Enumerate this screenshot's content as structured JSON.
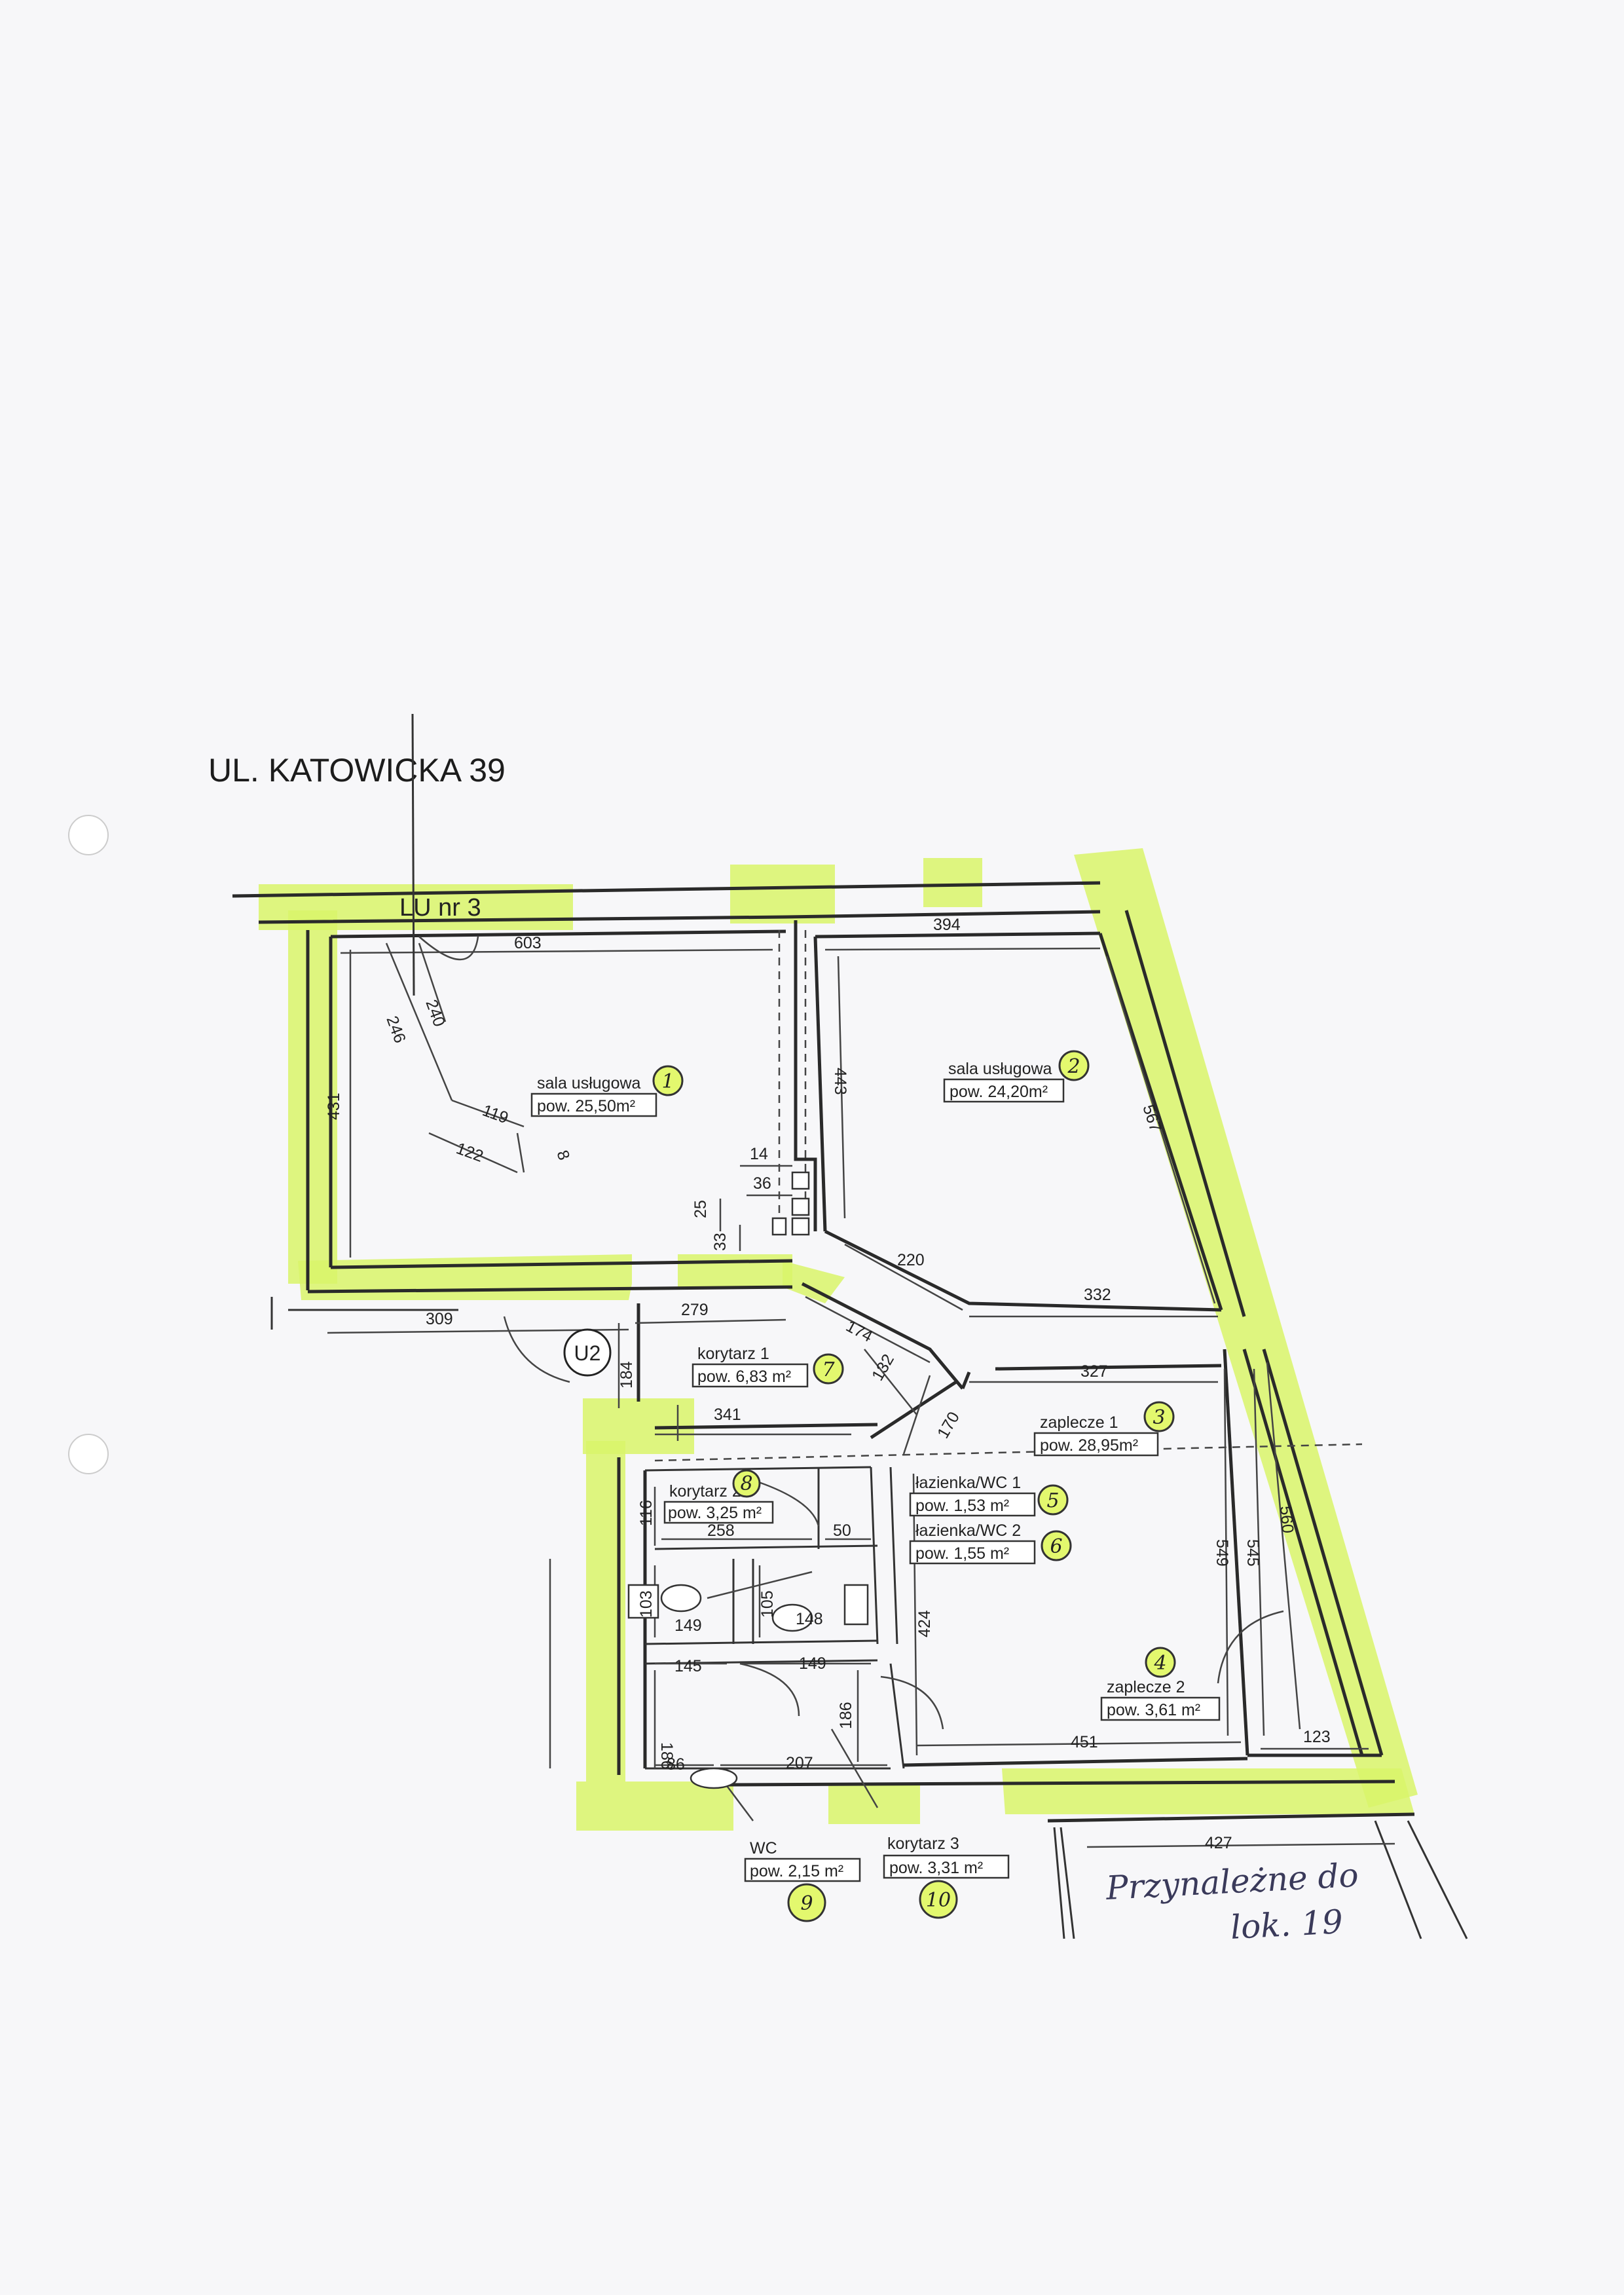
{
  "street": "UL. KATOWICKA 39",
  "unit_label": "LU nr 3",
  "stair_label": "U2",
  "handwritten_note": {
    "line1": "Przynależne do",
    "line2": "lok. 19"
  },
  "rooms": {
    "r1": {
      "name": "sala usługowa",
      "area": "pow. 25,50m²",
      "badge": "1"
    },
    "r2": {
      "name": "sala usługowa",
      "area": "pow. 24,20m²",
      "badge": "2"
    },
    "r3": {
      "name": "zaplecze 1",
      "area": "pow. 28,95m²",
      "badge": "3"
    },
    "r4": {
      "name": "zaplecze 2",
      "area": "pow. 3,61 m²",
      "badge": "4"
    },
    "r5": {
      "name": "łazienka/WC 1",
      "area": "pow. 1,53 m²",
      "badge": "5"
    },
    "r6": {
      "name": "łazienka/WC 2",
      "area": "pow. 1,55 m²",
      "badge": "6"
    },
    "r7": {
      "name": "korytarz 1",
      "area": "pow. 6,83 m²",
      "badge": "7"
    },
    "r8": {
      "name": "korytarz 2",
      "area": "pow. 3,25 m²",
      "badge": "8"
    },
    "r9": {
      "name": "WC",
      "area": "pow. 2,15 m²",
      "badge": "9"
    },
    "r10": {
      "name": "korytarz 3",
      "area": "pow. 3,31 m²",
      "badge": "10"
    }
  },
  "dimensions": {
    "d603": "603",
    "d394": "394",
    "d431": "431",
    "d246": "246",
    "d240": "240",
    "d119": "119",
    "d122": "122",
    "d8": "8",
    "d443": "443",
    "d567": "567",
    "d14": "14",
    "d36": "36",
    "d25": "25",
    "d33": "33",
    "d220": "220",
    "d332": "332",
    "d309": "309",
    "d279": "279",
    "d174": "174",
    "d184": "184",
    "d132": "132",
    "d327": "327",
    "d341": "341",
    "d170": "170",
    "d116": "116",
    "d258": "258",
    "d50": "50",
    "d549": "549",
    "d545": "545",
    "d560": "560",
    "d103": "103",
    "d149a": "149",
    "d105": "105",
    "d148": "148",
    "d424": "424",
    "d145": "145",
    "d149b": "149",
    "d186a": "186",
    "d186b": "186",
    "d207": "207",
    "d86": "86",
    "d451": "451",
    "d123": "123",
    "d427": "427"
  },
  "colors": {
    "highlight": "#d9f56a",
    "line": "#2a2a2a",
    "paper": "#f7f7f9"
  }
}
